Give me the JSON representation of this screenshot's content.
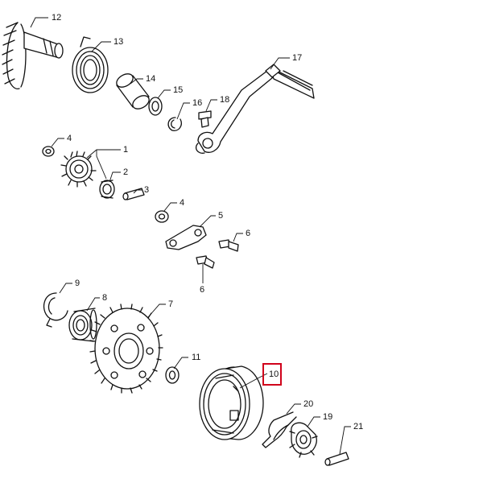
{
  "diagram": {
    "callouts": [
      {
        "id": "part-12",
        "label": "12"
      },
      {
        "id": "part-13",
        "label": "13"
      },
      {
        "id": "part-14",
        "label": "14"
      },
      {
        "id": "part-15",
        "label": "15"
      },
      {
        "id": "part-16",
        "label": "16"
      },
      {
        "id": "part-18",
        "label": "18"
      },
      {
        "id": "part-17",
        "label": "17"
      },
      {
        "id": "part-4a",
        "label": "4"
      },
      {
        "id": "part-1",
        "label": "1"
      },
      {
        "id": "part-2",
        "label": "2"
      },
      {
        "id": "part-3",
        "label": "3"
      },
      {
        "id": "part-4b",
        "label": "4"
      },
      {
        "id": "part-5",
        "label": "5"
      },
      {
        "id": "part-6a",
        "label": "6"
      },
      {
        "id": "part-6b",
        "label": "6"
      },
      {
        "id": "part-9",
        "label": "9"
      },
      {
        "id": "part-8",
        "label": "8"
      },
      {
        "id": "part-7",
        "label": "7"
      },
      {
        "id": "part-11",
        "label": "11"
      },
      {
        "id": "part-10",
        "label": "10",
        "highlighted": true
      },
      {
        "id": "part-20",
        "label": "20"
      },
      {
        "id": "part-19",
        "label": "19"
      },
      {
        "id": "part-21",
        "label": "21"
      }
    ],
    "highlight_color": "#d0021b"
  }
}
